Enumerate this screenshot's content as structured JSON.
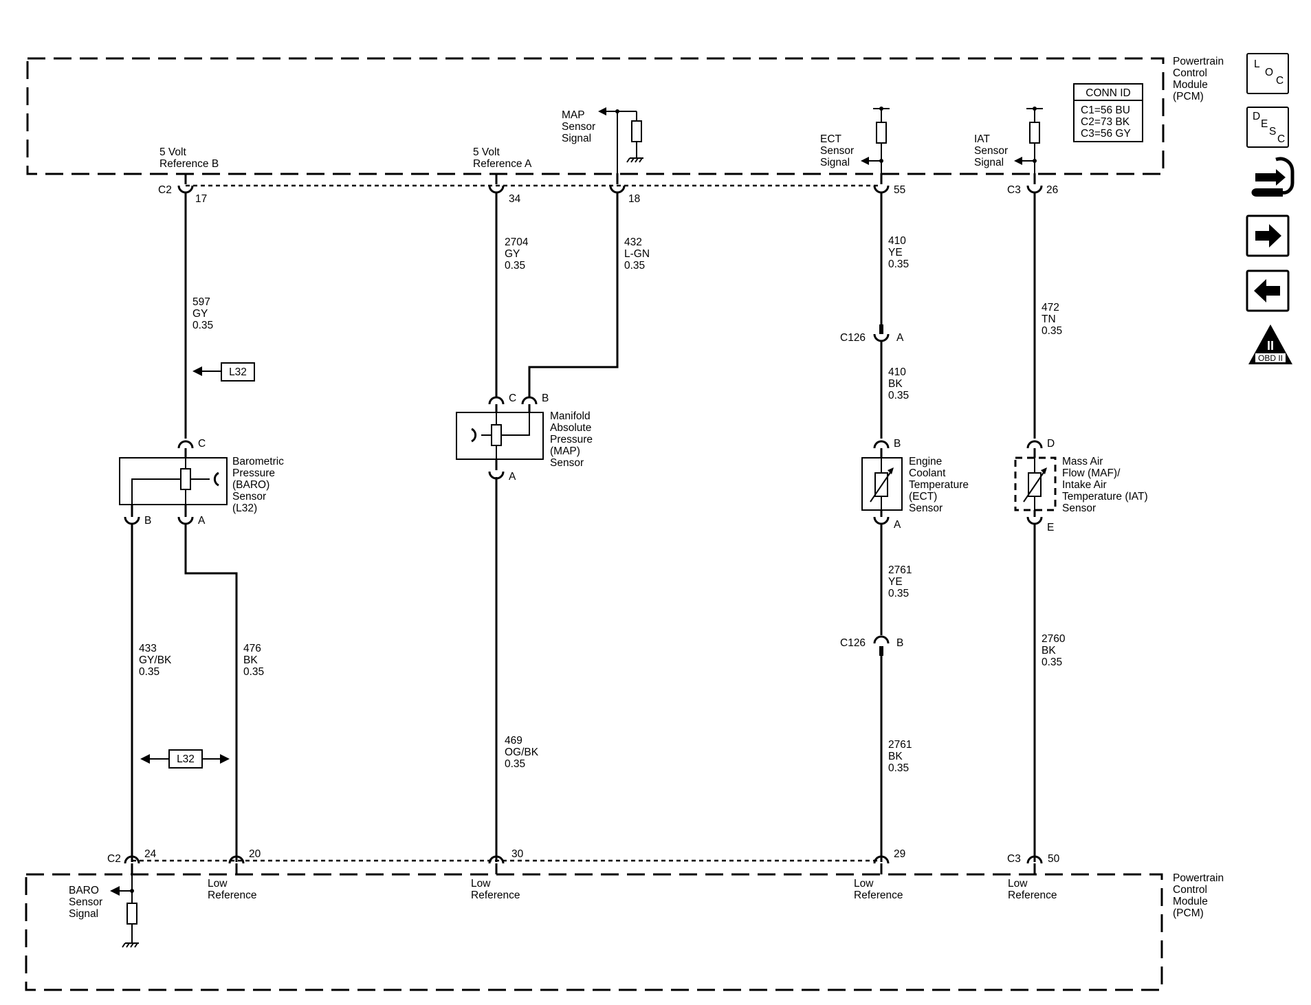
{
  "pcm": {
    "label_lines": [
      "Powertrain",
      "Control",
      "Module",
      "(PCM)"
    ]
  },
  "conn_id": {
    "title": "CONN ID",
    "lines": [
      "C1=56 BU",
      "C2=73 BK",
      "C3=56 GY"
    ]
  },
  "side_icons": {
    "loc": [
      "L",
      "O",
      "C"
    ],
    "desc": [
      "D",
      "E",
      "S",
      "C"
    ],
    "service_icon": "wrench-hand-icon",
    "next_icon": "arrow-right-icon",
    "prev_icon": "arrow-left-icon",
    "obd": {
      "numeral": "II",
      "text": "OBD II"
    }
  },
  "pcm_top": {
    "ref_b": [
      "5 Volt",
      "Reference B"
    ],
    "ref_a": [
      "5 Volt",
      "Reference A"
    ],
    "map_signal": [
      "MAP",
      "Sensor",
      "Signal"
    ],
    "ect_signal": [
      "ECT",
      "Sensor",
      "Signal"
    ],
    "iat_signal": [
      "IAT",
      "Sensor",
      "Signal"
    ]
  },
  "top_pins": {
    "c2_label": "C2",
    "c3_label": "C3",
    "p17": "17",
    "p34": "34",
    "p18": "18",
    "p55": "55",
    "p26": "26"
  },
  "wires": {
    "w597": [
      "597",
      "GY",
      "0.35"
    ],
    "w2704": [
      "2704",
      "GY",
      "0.35"
    ],
    "w432": [
      "432",
      "L-GN",
      "0.35"
    ],
    "w410ye": [
      "410",
      "YE",
      "0.35"
    ],
    "w472": [
      "472",
      "TN",
      "0.35"
    ],
    "w410bk": [
      "410",
      "BK",
      "0.35"
    ],
    "w433": [
      "433",
      "GY/BK",
      "0.35"
    ],
    "w476": [
      "476",
      "BK",
      "0.35"
    ],
    "w469": [
      "469",
      "OG/BK",
      "0.35"
    ],
    "w2761ye": [
      "2761",
      "YE",
      "0.35"
    ],
    "w2761bk": [
      "2761",
      "BK",
      "0.35"
    ],
    "w2760": [
      "2760",
      "BK",
      "0.35"
    ]
  },
  "option_tag": "L32",
  "connector_c126": "C126",
  "sensors": {
    "baro": [
      "Barometric",
      "Pressure",
      "(BARO)",
      "Sensor",
      "(L32)"
    ],
    "map": [
      "Manifold",
      "Absolute",
      "Pressure",
      "(MAP)",
      "Sensor"
    ],
    "ect": [
      "Engine",
      "Coolant",
      "Temperature",
      "(ECT)",
      "Sensor"
    ],
    "maf": [
      "Mass Air",
      "Flow (MAF)/",
      "Intake Air",
      "Temperature (IAT)",
      "Sensor"
    ]
  },
  "terminals": {
    "a": "A",
    "b": "B",
    "c": "C",
    "d": "D",
    "e": "E"
  },
  "bottom_pins": {
    "c2_label": "C2",
    "c3_label": "C3",
    "p24": "24",
    "p20": "20",
    "p30": "30",
    "p29": "29",
    "p50": "50"
  },
  "pcm_bottom": {
    "baro_signal": [
      "BARO",
      "Sensor",
      "Signal"
    ],
    "low_ref": [
      "Low",
      "Reference"
    ]
  }
}
